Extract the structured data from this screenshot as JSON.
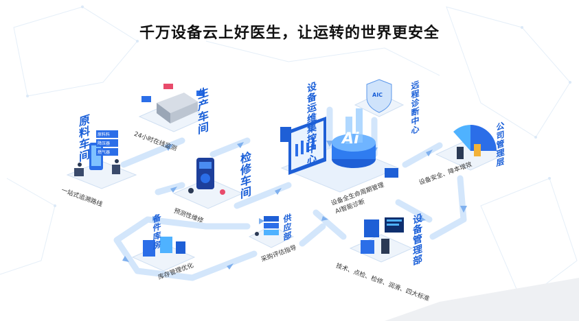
{
  "headline": "千万设备云上好医生，让运转的世界更安全",
  "nodes": {
    "raw_material": {
      "title": "原料车间",
      "caption": "一站式追溯路线"
    },
    "production": {
      "title": "生产车间",
      "caption": "24小时在线监测"
    },
    "maintenance": {
      "title": "检修车间",
      "caption": "预测性维修"
    },
    "ops_center": {
      "title": "设备运维集控中心",
      "caption_1": "设备全生命周期管理",
      "caption_2": "AI智能诊断",
      "ai_text": "Ai"
    },
    "remote_diag": {
      "title": "远程诊断中心",
      "shield_text": "AIC"
    },
    "management": {
      "title": "公司管理层",
      "caption": "设备安全、降本增效"
    },
    "equipment_dept": {
      "title": "设备管理部",
      "caption": "技术、点检、检修、润滑、四大标准"
    },
    "purchasing": {
      "title": "供应部",
      "caption": "采购评估指导"
    },
    "warehouse": {
      "title": "备件库房",
      "caption": "库存管理优化"
    }
  },
  "screen_tags": [
    "原料料",
    "降压器",
    "燃气器"
  ],
  "colors": {
    "accent": "#1a5fd8",
    "flow": "#cfe3fb",
    "flow_arrow": "#7fb0ee"
  }
}
